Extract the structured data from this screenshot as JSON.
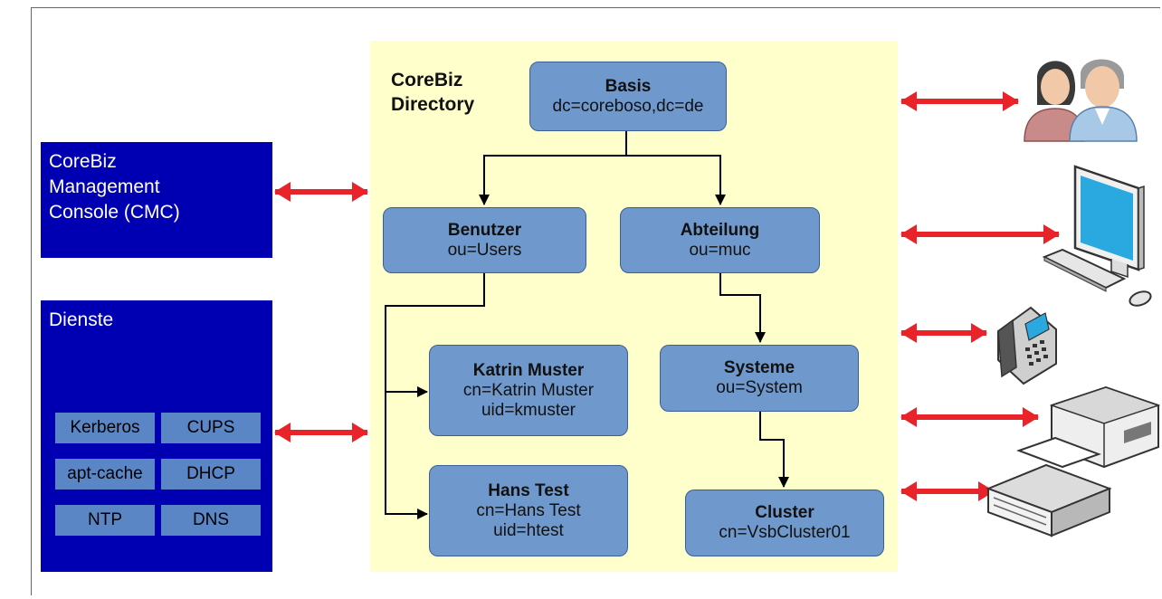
{
  "directory": {
    "title": "CoreBiz\nDirectory"
  },
  "cmc": {
    "text": "CoreBiz\nManagement\nConsole (CMC)"
  },
  "dienste": {
    "title": "Dienste",
    "services": [
      "Kerberos",
      "CUPS",
      "apt-cache",
      "DHCP",
      "NTP",
      "DNS"
    ]
  },
  "nodes": {
    "basis": {
      "title": "Basis",
      "lines": [
        "dc=coreboso,dc=de"
      ]
    },
    "benutzer": {
      "title": "Benutzer",
      "lines": [
        "ou=Users"
      ]
    },
    "abteilung": {
      "title": "Abteilung",
      "lines": [
        "ou=muc"
      ]
    },
    "katrin": {
      "title": "Katrin Muster",
      "lines": [
        "cn=Katrin Muster",
        "uid=kmuster"
      ]
    },
    "systeme": {
      "title": "Systeme",
      "lines": [
        "ou=System"
      ]
    },
    "hans": {
      "title": "Hans Test",
      "lines": [
        "cn=Hans Test",
        "uid=htest"
      ]
    },
    "cluster": {
      "title": "Cluster",
      "lines": [
        "cn=VsbCluster01"
      ]
    }
  },
  "right_devices": [
    "users-icon",
    "desktop-computer-icon",
    "ip-phone-icon",
    "printer-icon",
    "server-icon"
  ],
  "colors": {
    "panel": "#ffffcc",
    "blue_box": "#0000b3",
    "service_box": "#5b86c6",
    "node_fill": "#6f99cc",
    "arrow_red": "#e8242a"
  }
}
